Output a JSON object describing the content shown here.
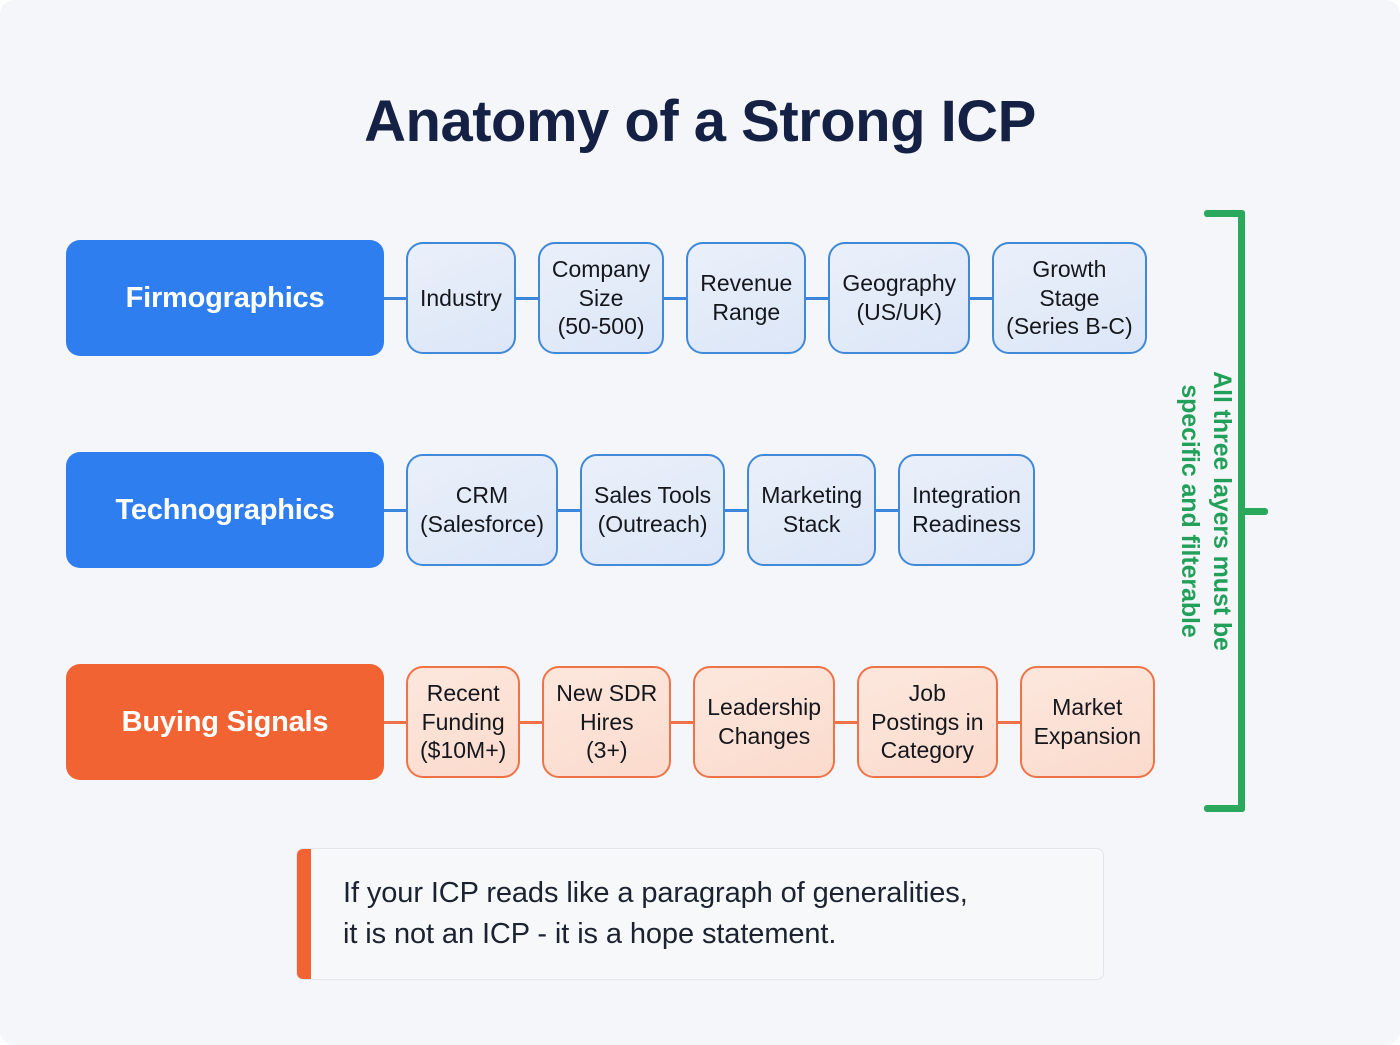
{
  "page": {
    "title": "Anatomy of a Strong ICP",
    "background_color": "#f4f6f9",
    "title_color": "#152144"
  },
  "colors": {
    "blue_label": "#2f7ef0",
    "blue_chip_border": "#4089d8",
    "blue_chip_fill": "#e2ebf8",
    "orange_label": "#f26334",
    "orange_chip_border": "#ee7448",
    "orange_chip_fill": "#fbdecf",
    "green_bracket": "#2aa95c",
    "callout_accent": "#f26334"
  },
  "layers": [
    {
      "label": "Firmographics",
      "theme": "blue",
      "chips": [
        "Industry",
        "Company\nSize\n(50-500)",
        "Revenue\nRange",
        "Geography\n(US/UK)",
        "Growth\nStage\n(Series B-C)"
      ]
    },
    {
      "label": "Technographics",
      "theme": "blue",
      "chips": [
        "CRM\n(Salesforce)",
        "Sales Tools\n(Outreach)",
        "Marketing\nStack",
        "Integration\nReadiness"
      ]
    },
    {
      "label": "Buying Signals",
      "theme": "orange",
      "chips": [
        "Recent\nFunding\n($10M+)",
        "New SDR\nHires\n(3+)",
        "Leadership\nChanges",
        "Job\nPostings in\nCategory",
        "Market\nExpansion"
      ]
    }
  ],
  "bracket": {
    "note": "All three layers must be\nspecific and filterable"
  },
  "callout": {
    "text": "If your ICP reads like a paragraph of generalities,\nit is not an ICP - it is a hope statement."
  }
}
